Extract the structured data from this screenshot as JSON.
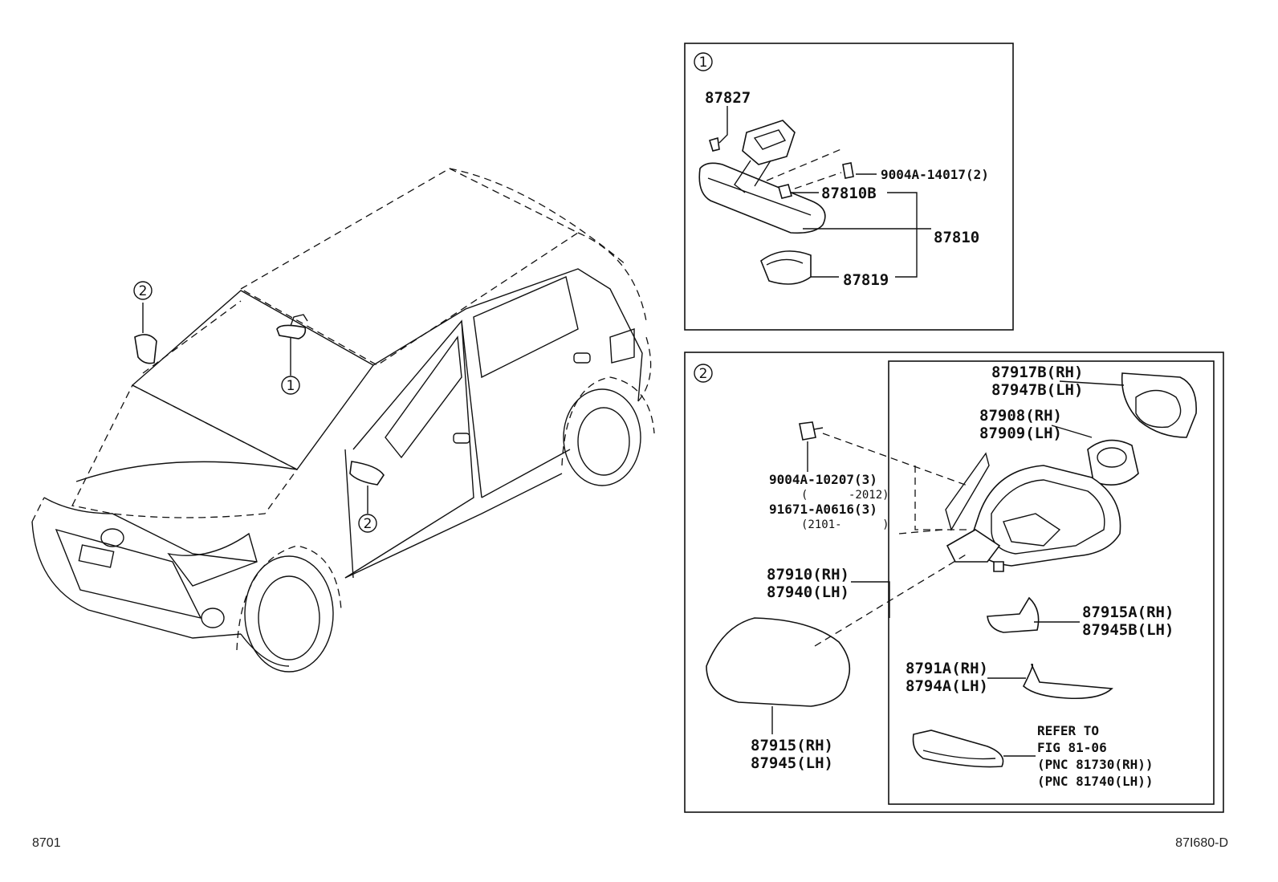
{
  "diagram": {
    "callouts": {
      "one": "1",
      "two": "2"
    },
    "inset1": {
      "id": "1",
      "parts": {
        "p87827": "87827",
        "p9004a14017": "9004A-14017(2)",
        "p87810b": "87810B",
        "p87810": "87810",
        "p87819": "87819"
      }
    },
    "inset2": {
      "id": "2",
      "parts": {
        "p87917b_rh": "87917B(RH)",
        "p87947b_lh": "87947B(LH)",
        "p87908_rh": "87908(RH)",
        "p87909_lh": "87909(LH)",
        "p9004a10207": "9004A-10207(3)",
        "p9004a10207_range": "(      -2012)",
        "p91671a0616": "91671-A0616(3)",
        "p91671a0616_range": "(2101-      )",
        "p87910_rh": "87910(RH)",
        "p87940_lh": "87940(LH)",
        "p87915a_rh": "87915A(RH)",
        "p87945b_lh": "87945B(LH)",
        "p8791a_rh": "8791A(RH)",
        "p8794a_lh": "8794A(LH)",
        "p87915_rh": "87915(RH)",
        "p87945_lh": "87945(LH)",
        "refer_line1": "REFER TO",
        "refer_line2": "FIG 81-06",
        "refer_line3": "(PNC 81730(RH))",
        "refer_line4": "(PNC 81740(LH))"
      }
    },
    "footer": {
      "left_code": "8701",
      "right_code": "87I680-D"
    }
  }
}
